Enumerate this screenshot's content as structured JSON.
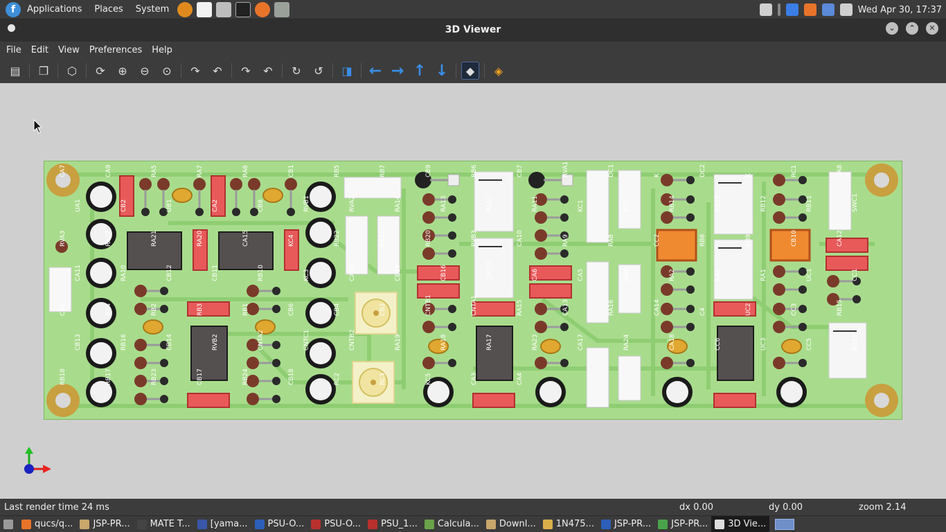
{
  "top_panel": {
    "menus": [
      "Applications",
      "Places",
      "System"
    ],
    "clock": "Wed Apr 30, 17:37"
  },
  "window": {
    "title": "3D Viewer"
  },
  "menubar": [
    "File",
    "Edit",
    "View",
    "Preferences",
    "Help"
  ],
  "toolbar": {
    "buttons": [
      "export-icon",
      "copy-icon",
      "cube-view-icon",
      "reload-icon",
      "zoom-in-icon",
      "zoom-out-icon",
      "zoom-fit-icon",
      "rotate-x-cw-icon",
      "rotate-x-ccw-icon",
      "rotate-y-cw-icon",
      "rotate-y-ccw-icon",
      "rotate-z-cw-icon",
      "rotate-z-ccw-icon",
      "flip-board-icon",
      "pan-left-icon",
      "pan-right-icon",
      "pan-up-icon",
      "pan-down-icon",
      "ortho-icon",
      "layers-icon"
    ]
  },
  "board_labels": [
    "CA7",
    "CA9",
    "RA5",
    "RA7",
    "RA6",
    "CB1",
    "RB5",
    "RB7",
    "CB9",
    "RB6",
    "CB7",
    "RVA1",
    "DC1",
    "K",
    "DC2",
    "K",
    "RC1",
    "CA8",
    "UA1",
    "CB2",
    "UB1",
    "CA2",
    "CB8",
    "RVB1",
    "RVA2",
    "RA14",
    "RA13",
    "RA12",
    "RA11",
    "KC1",
    "KC2",
    "RB14",
    "RB13",
    "RB12",
    "RB11",
    "SWC1",
    "RVA3",
    "RA22",
    "RA21",
    "RA20",
    "CA15",
    "KC4",
    "RB22",
    "RB21",
    "RB20",
    "RVB3",
    "CA10",
    "RA9",
    "RA8",
    "CC2",
    "RB8",
    "RB9",
    "CB10",
    "CA12",
    "CA11",
    "RA10",
    "CB12",
    "CB11",
    "RB10",
    "KC3",
    "CA16",
    "CB15",
    "CB16",
    "CNTC2",
    "CA6",
    "CA5",
    "RA4",
    "RA2",
    "RA3",
    "RA1",
    "UC1",
    "CC1",
    "CB5",
    "RB4",
    "RB2",
    "RB3",
    "RB1",
    "CB6",
    "CB4",
    "CB3",
    "CNTB1",
    "CNTA1",
    "RA15",
    "CA13",
    "RA16",
    "CA14",
    "C4",
    "UC2",
    "CC3",
    "RB15",
    "CB13",
    "RB16",
    "CB14",
    "RVB2",
    "CNTA2",
    "CNTC1",
    "CNTB2",
    "RA19",
    "RA18",
    "RA17",
    "RA23",
    "CA17",
    "RA24",
    "CA18",
    "CC6",
    "UC3",
    "CC5",
    "RB19",
    "RB18",
    "RB17",
    "RB23",
    "CB17",
    "RB24",
    "CB18",
    "RC2",
    "RC3",
    "KC5",
    "CA3",
    "CA4"
  ],
  "statusbar": {
    "render_time": "Last render time 24 ms",
    "dx": "dx 0.00",
    "dy": "dy 0.00",
    "zoom": "zoom 2.14"
  },
  "taskbar": [
    {
      "label": "qucs/q...",
      "color": "#e8742a"
    },
    {
      "label": "JSP-PR...",
      "color": "#c9a66b"
    },
    {
      "label": "MATE T...",
      "color": "#444444"
    },
    {
      "label": "[yama...",
      "color": "#3a56a8"
    },
    {
      "label": "PSU-O...",
      "color": "#2d5fb8"
    },
    {
      "label": "PSU-O...",
      "color": "#b8312d"
    },
    {
      "label": "PSU_1...",
      "color": "#b8312d"
    },
    {
      "label": "Calcula...",
      "color": "#6aa34a"
    },
    {
      "label": "Downl...",
      "color": "#c9a66b"
    },
    {
      "label": "1N475...",
      "color": "#d8b04a"
    },
    {
      "label": "JSP-PR...",
      "color": "#2d5fb8"
    },
    {
      "label": "JSP-PR...",
      "color": "#4aa34a"
    },
    {
      "label": "3D Vie...",
      "color": "#dddddd"
    }
  ],
  "colors": {
    "pcb_green": "#a8dc8c",
    "trace_green": "#8fcd73",
    "pad_gold": "#c8a040",
    "arrow_blue": "#3a8ee6"
  }
}
